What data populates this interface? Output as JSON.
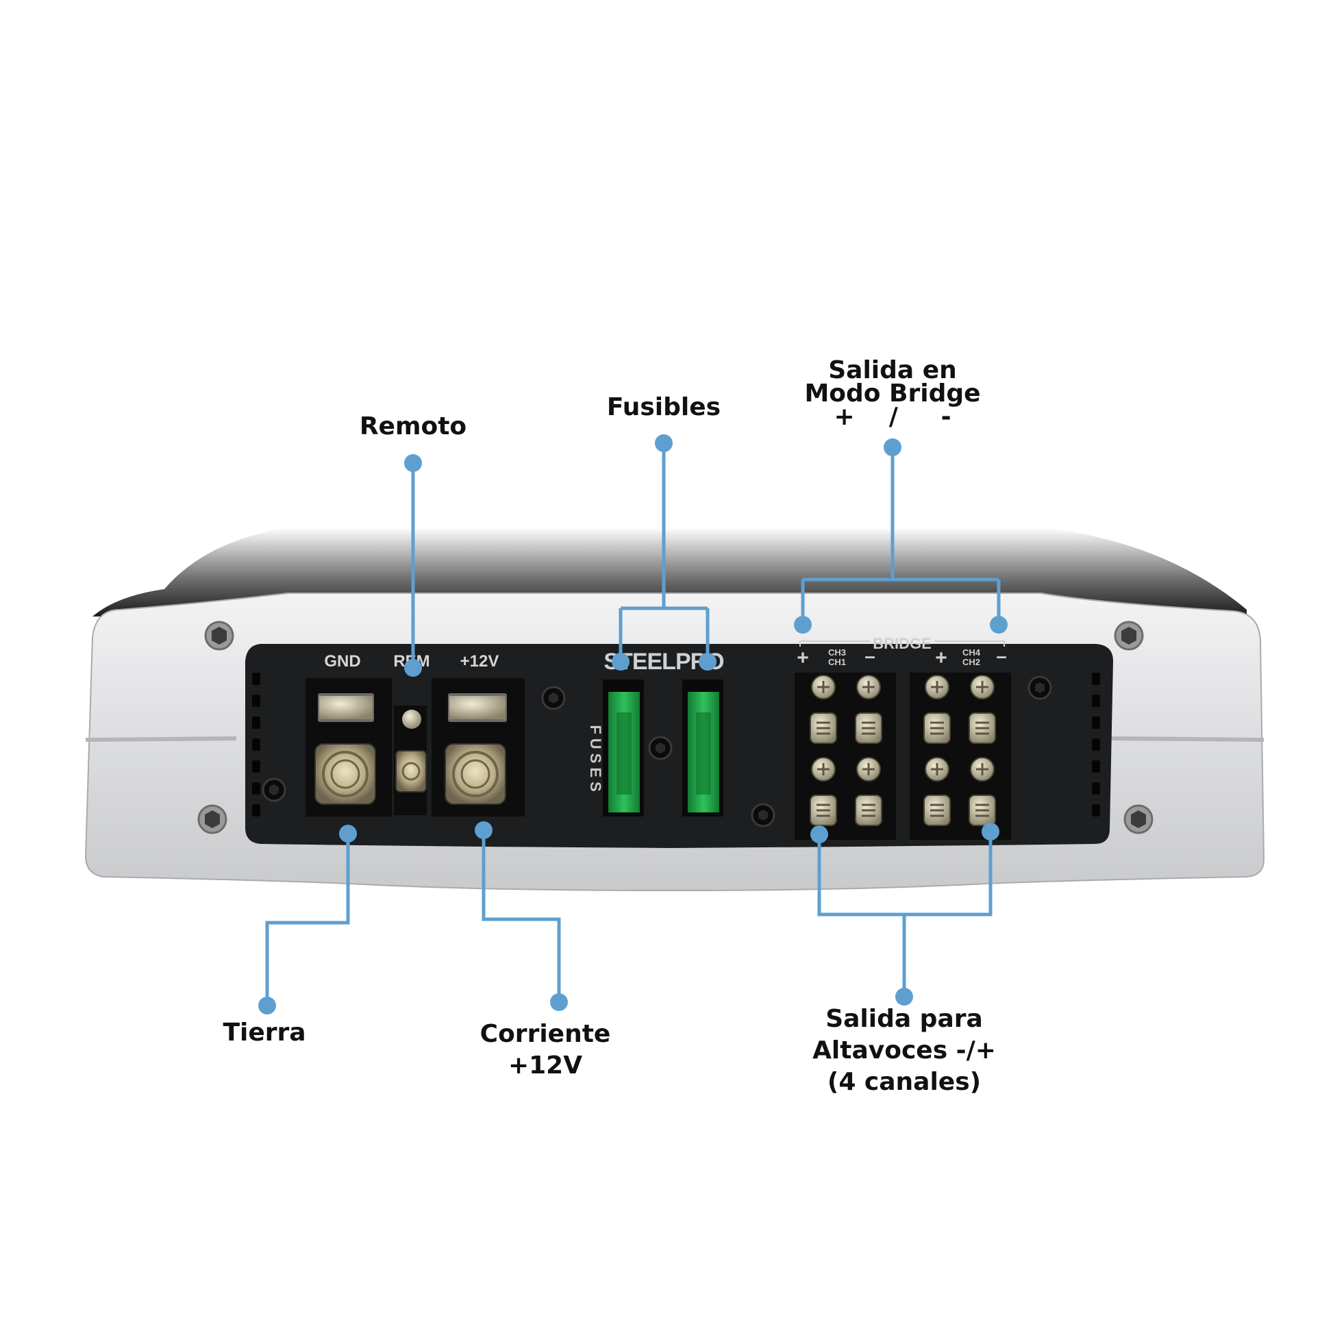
{
  "callouts": {
    "remoto": "Remoto",
    "fusibles": "Fusibles",
    "bridge": {
      "line1": "Salida en",
      "line2": "Modo Bridge",
      "line3": "+    /     -"
    },
    "tierra": "Tierra",
    "corriente": {
      "line1": "Corriente",
      "line2": "+12V"
    },
    "altavoces": {
      "line1": "Salida para",
      "line2": "Altavoces -/+",
      "line3": "(4 canales)"
    }
  },
  "panel_labels": {
    "gnd": "GND",
    "rem": "REM",
    "plus12": "+12V",
    "brand": "STEELPRO",
    "fuses": "FUSES",
    "bridge": "BRIDGE",
    "ch3": "CH3",
    "ch1": "CH1",
    "ch4": "CH4",
    "ch2": "CH2",
    "plus": "+",
    "minus": "–"
  },
  "colors": {
    "callout_line": "#5e9fd0",
    "panel": "#1d1e20",
    "chassis": "#d9dadc",
    "fuse": "#1fa347"
  }
}
